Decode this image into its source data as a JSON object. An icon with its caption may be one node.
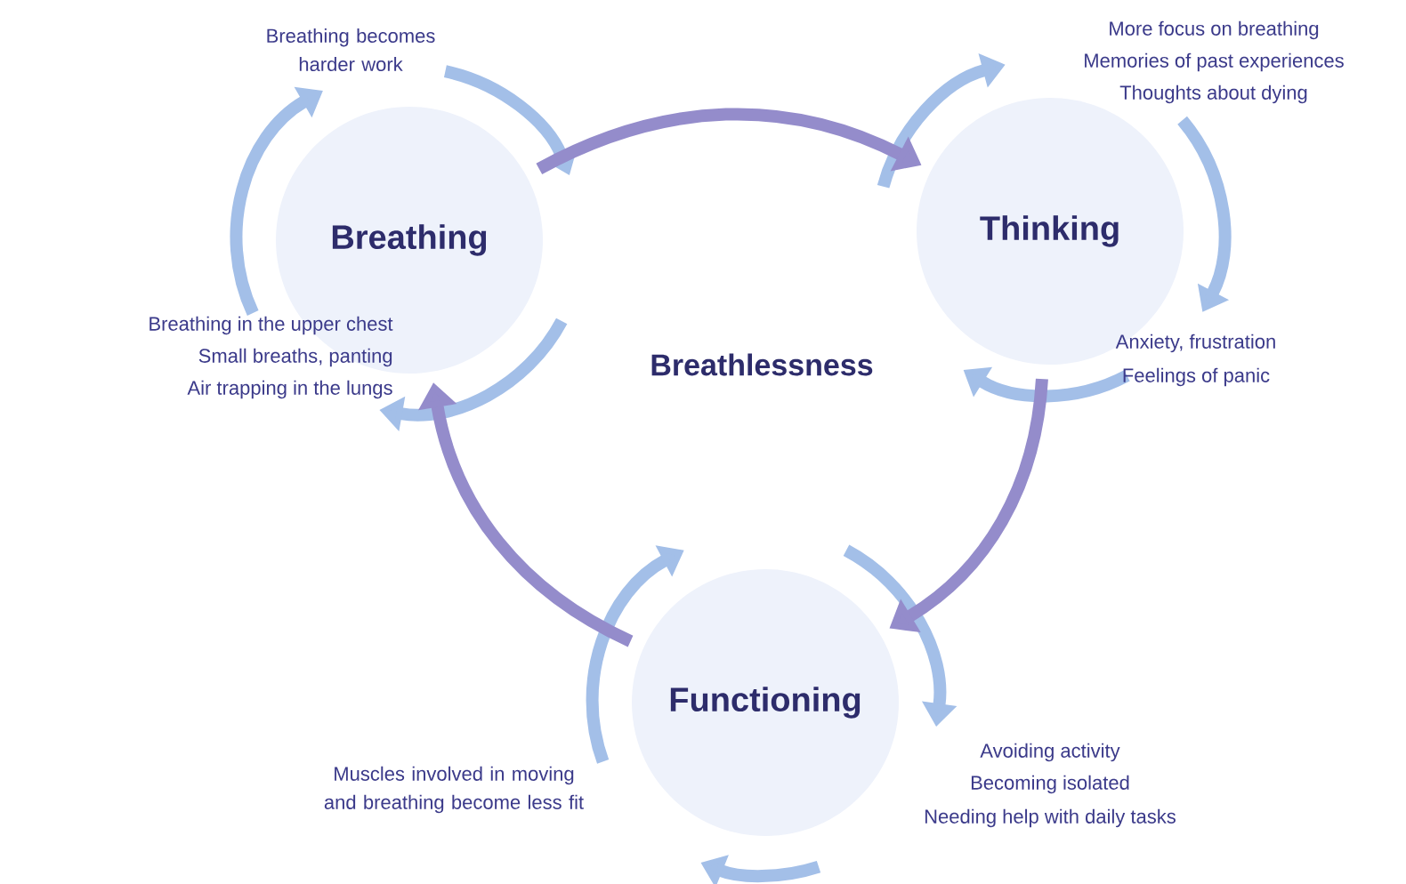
{
  "diagram": {
    "nodes": [
      {
        "text": [
          "Breathing"
        ]
      },
      {
        "text": [
          "Thinking"
        ]
      },
      {
        "text": [
          "Functioning"
        ]
      }
    ],
    "edges": [
      {
        "from": 0,
        "to": 1,
        "arrow": "to"
      },
      {
        "from": 1,
        "to": 2,
        "arrow": "to"
      },
      {
        "from": 2,
        "to": 0,
        "arrow": "to"
      }
    ],
    "labels": [
      "Breathing becomes harder work",
      "More focus on breathing",
      "Memories of past experiences",
      "Thoughts about dying",
      "Breathing in the upper chest",
      "Small breaths, panting",
      "Air trapping in the lungs",
      "Breathlessness",
      "Anxiety, frustration",
      "Feelings of panic",
      "Avoiding activity",
      "Becoming isolated",
      "Needing help with daily tasks",
      "Muscles involved in moving and breathing become less fit"
    ]
  }
}
